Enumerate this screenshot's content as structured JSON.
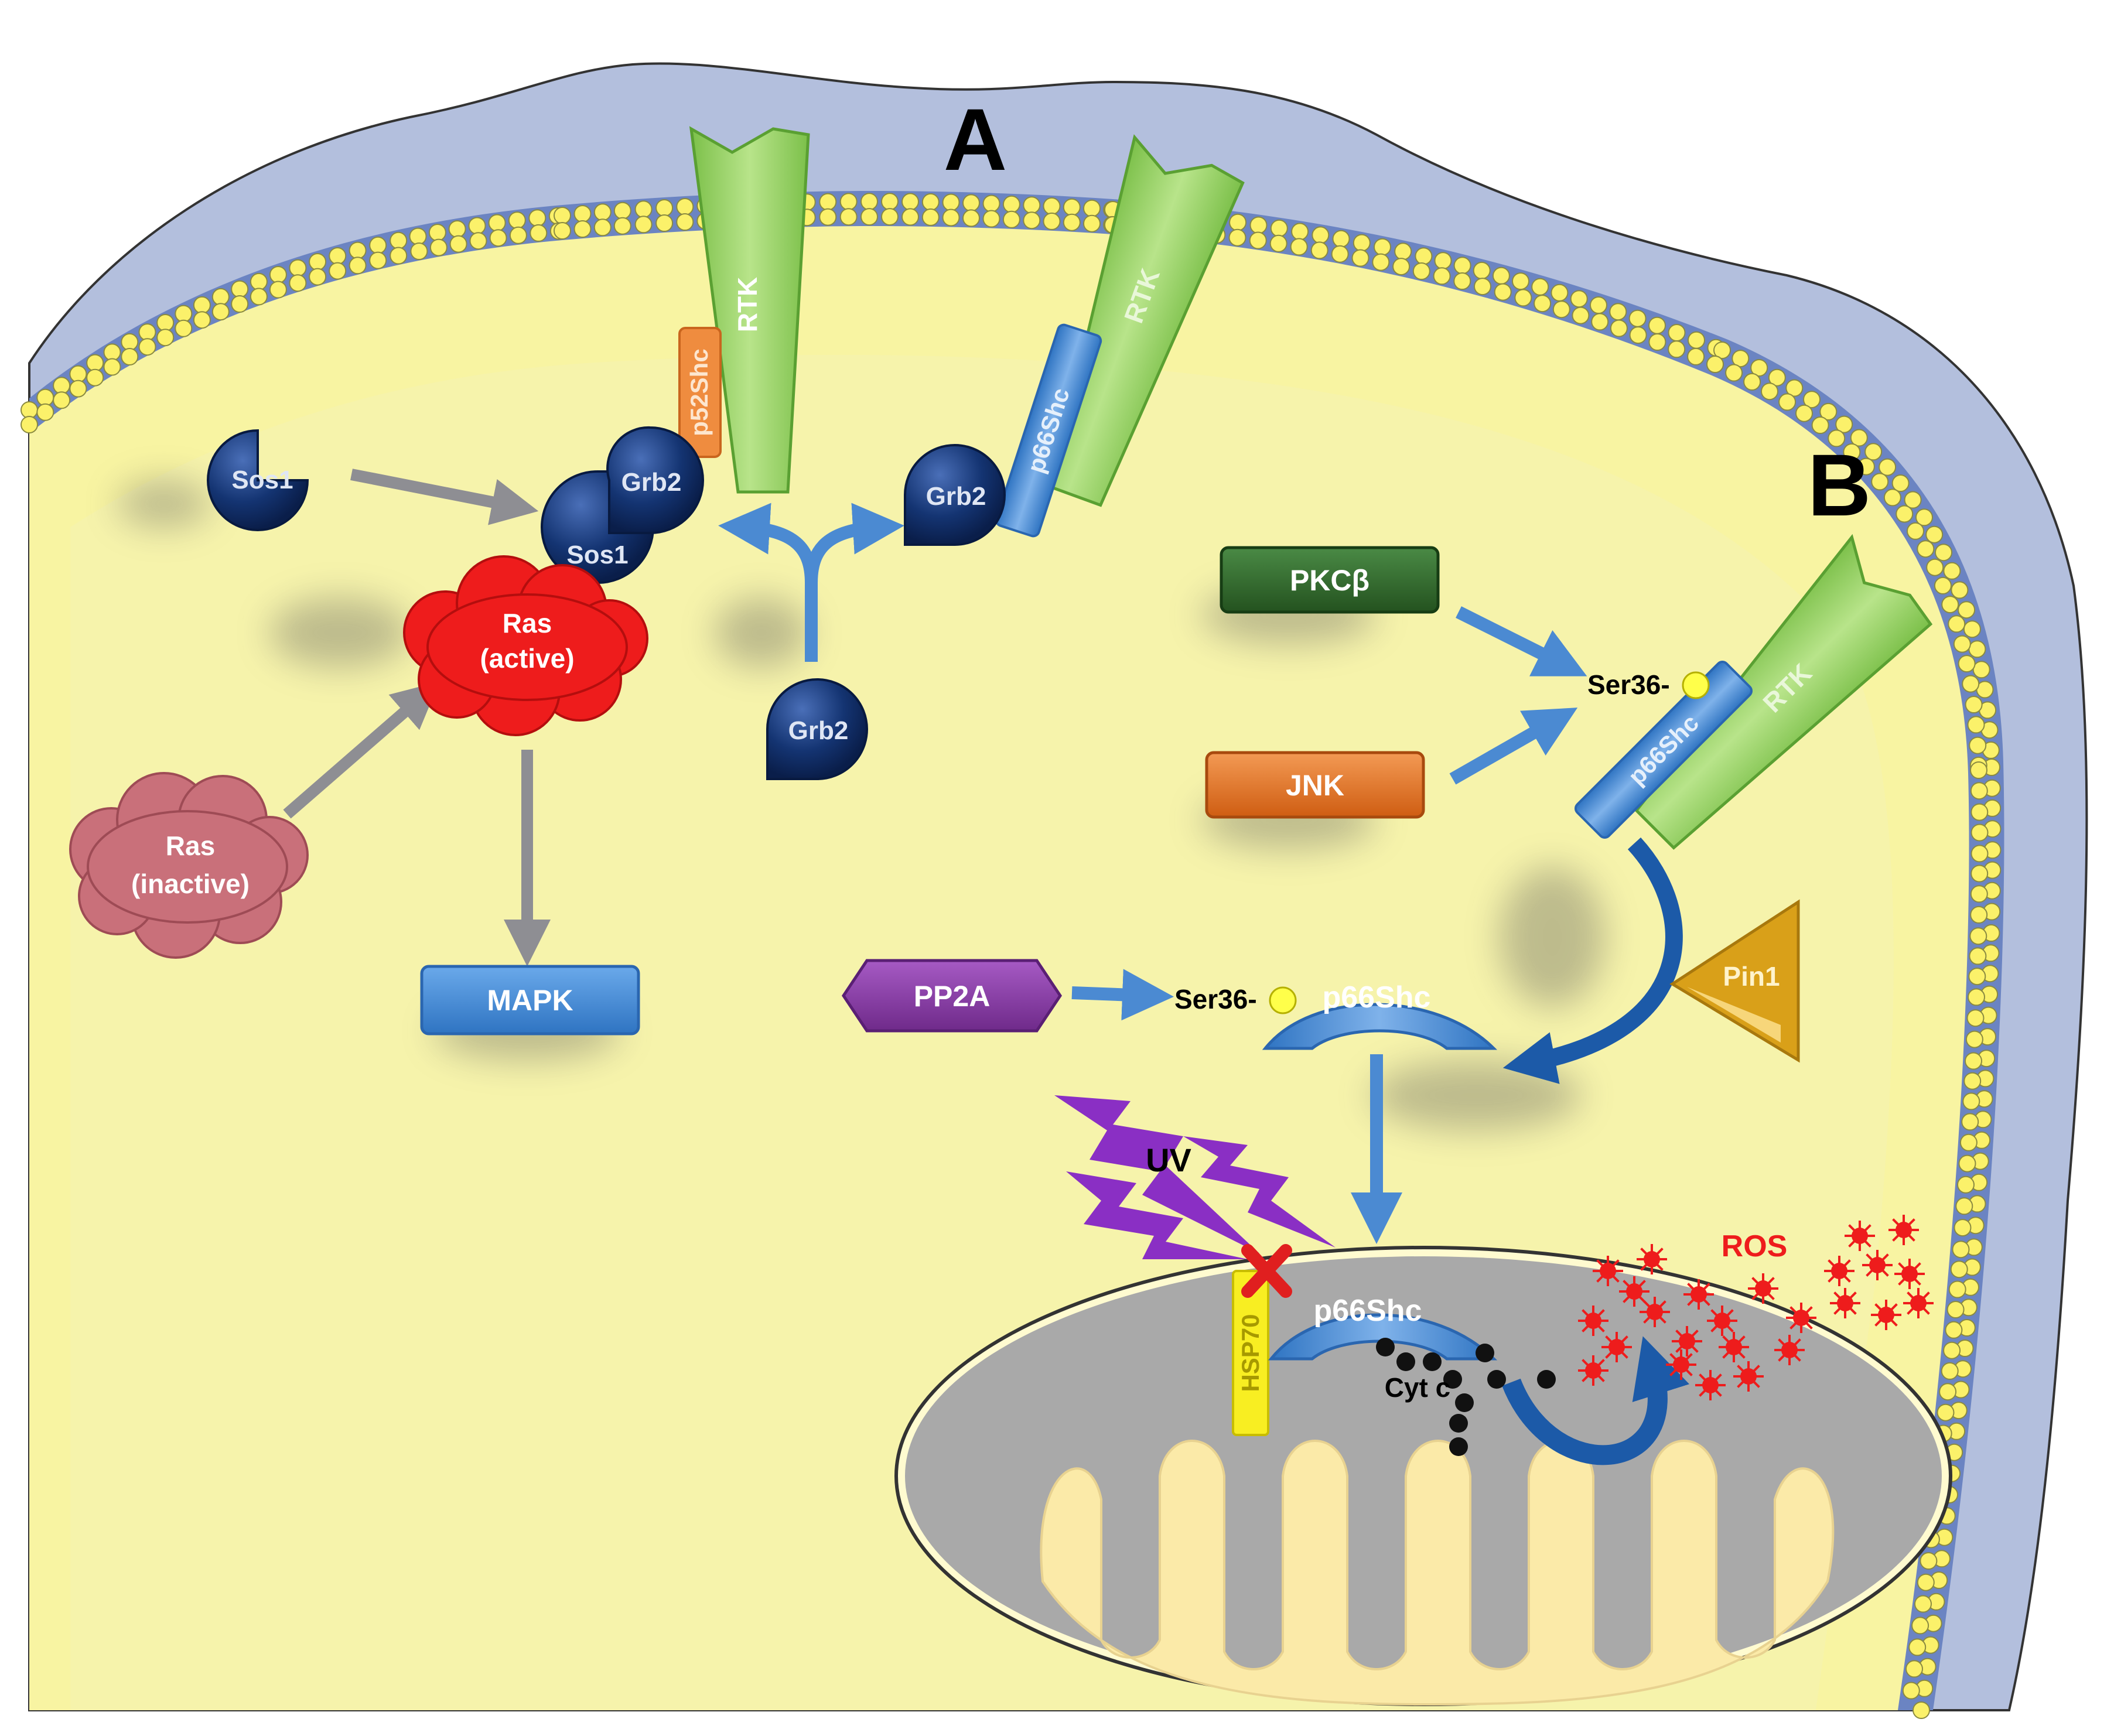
{
  "panels": {
    "a": "A",
    "b": "B"
  },
  "labels": {
    "rtk": "RTK",
    "p52shc": "p52Shc",
    "p66shc": "p66Shc",
    "grb2": "Grb2",
    "sos1": "Sos1",
    "ras_active_l1": "Ras",
    "ras_active_l2": "(active)",
    "ras_inactive_l1": "Ras",
    "ras_inactive_l2": "(inactive)",
    "mapk": "MAPK",
    "pkcb": "PKCβ",
    "jnk": "JNK",
    "ser36": "Ser36-",
    "pp2a": "PP2A",
    "pin1": "Pin1",
    "uv": "UV",
    "hsp70": "HSP70",
    "cytc": "Cyt c",
    "ros": "ROS"
  },
  "colors": {
    "cytoplasm": "#f8f4a2",
    "membrane_outer": "#b3bfdd",
    "membrane_band": "#6b84c2",
    "lipid_head": "#fbf16a",
    "rtk_green": "#9ad461",
    "shc_blue": "#3f86d3",
    "p52_orange": "#ef8c3f",
    "adaptor_navy": "#0f2a62",
    "ras_active": "#ee1c1c",
    "ras_inactive": "#c9707a",
    "pkc_green": "#2f6a2c",
    "jnk_orange": "#e06c1d",
    "pp2a_purple": "#8a3aa8",
    "pin1_gold": "#d9a019",
    "uv_purple": "#8a2fc4",
    "hsp70_yellow": "#f8ee22",
    "ros_red": "#ee1c1c",
    "mito_gray": "#a9a9a9",
    "arrow_gray": "#8e8e93",
    "arrow_blue": "#4b8ad2"
  }
}
